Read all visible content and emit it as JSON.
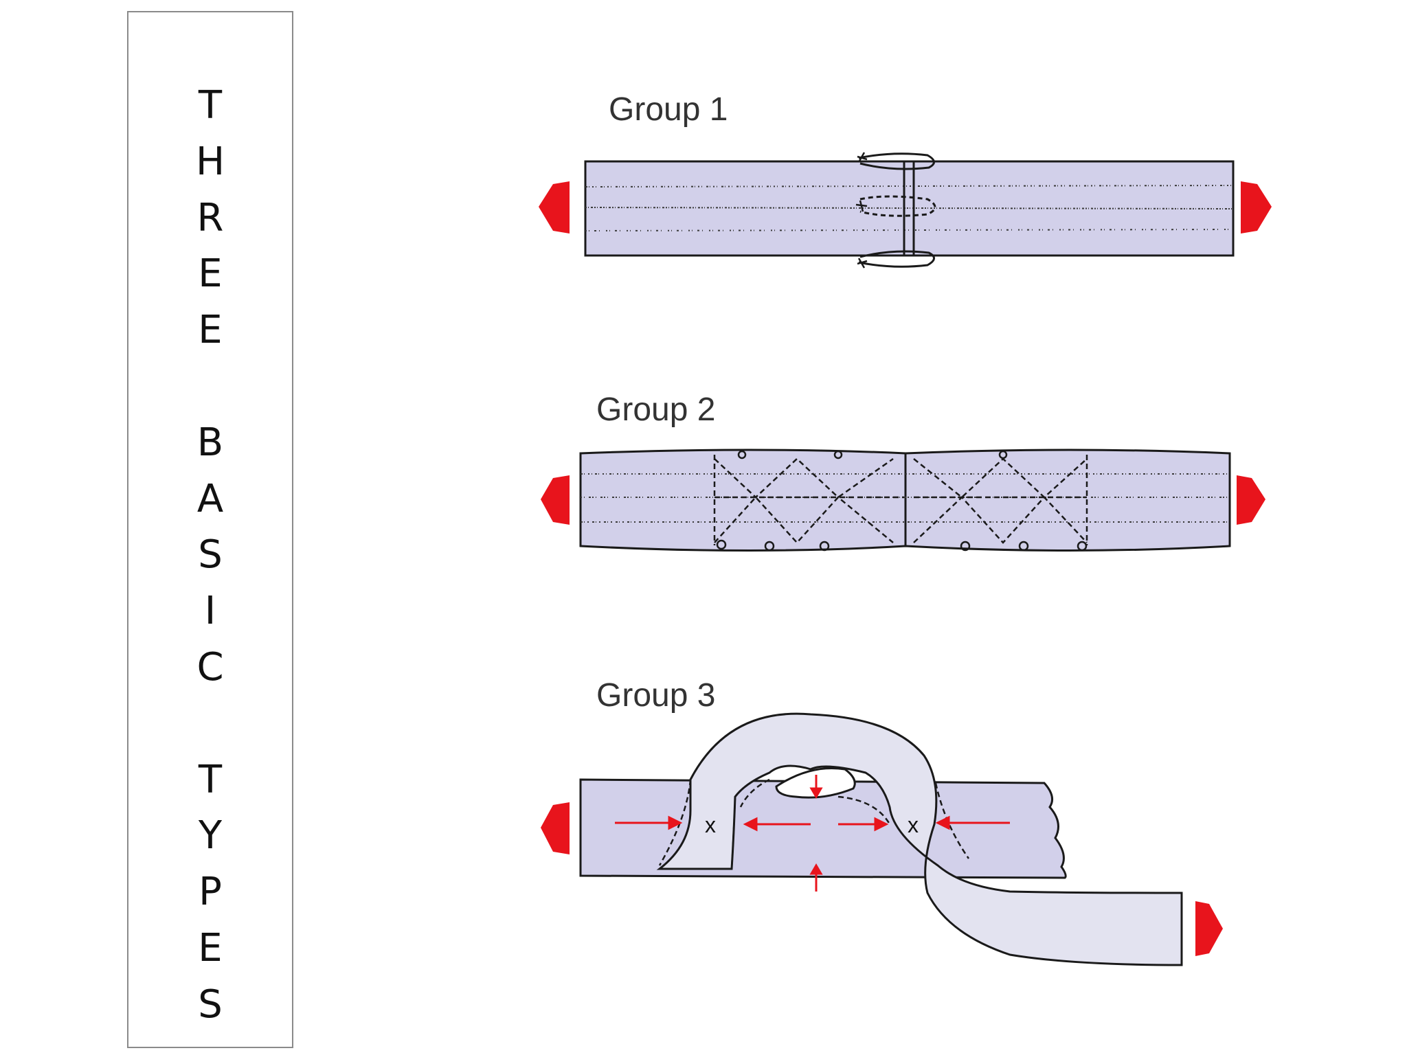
{
  "side_panel": {
    "letters": [
      "T",
      "H",
      "R",
      "E",
      "E",
      "",
      "B",
      "A",
      "S",
      "I",
      "C",
      "",
      "T",
      "Y",
      "P",
      "E",
      "S"
    ]
  },
  "groups": [
    {
      "title": "Group 1"
    },
    {
      "title": "Group 2"
    },
    {
      "title": "Group 3"
    }
  ],
  "group3_marks": [
    "x",
    "x"
  ],
  "colors": {
    "tendon_fill": "#d2d0ea",
    "loop_fill": "#e3e3f0",
    "arrow_red": "#e8141c",
    "outline": "#1a1a1a"
  }
}
